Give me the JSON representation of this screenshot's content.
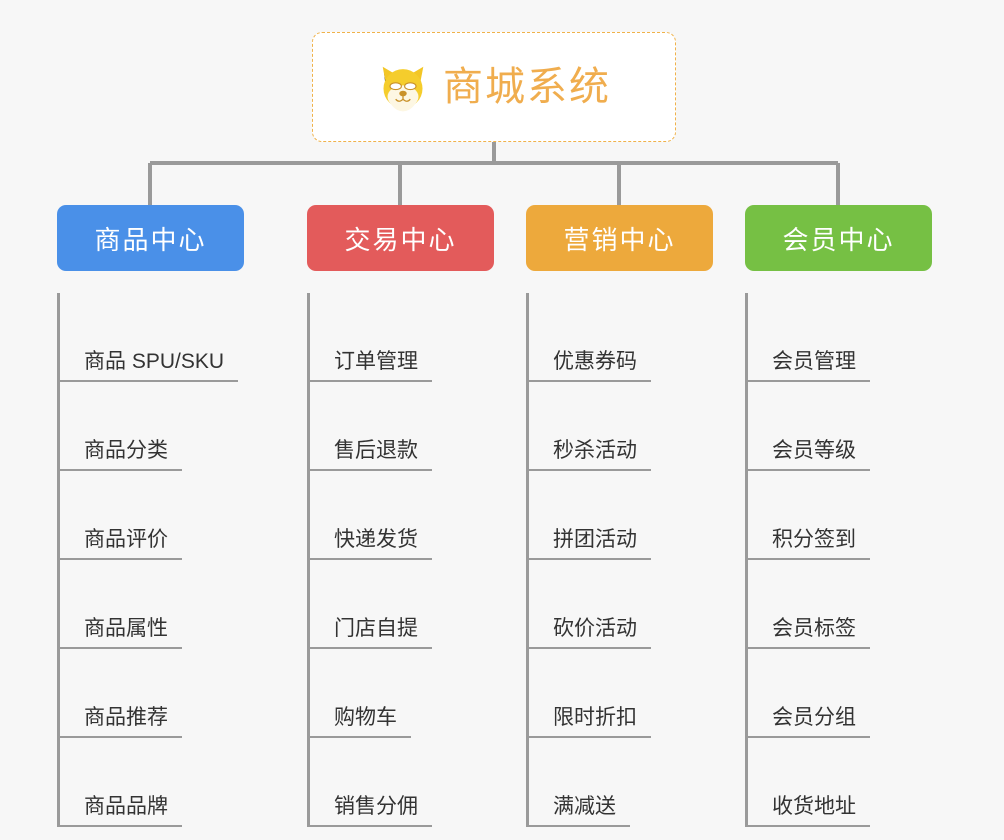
{
  "page": {
    "background_color": "#f7f7f7",
    "line_color": "#9a9a9a"
  },
  "root": {
    "title": "商城系统",
    "icon": "dog-face-icon",
    "text_color": "#f0ad4e",
    "border_color": "#f0b24a"
  },
  "branches": [
    {
      "title": "商品中心",
      "color": "#4a90e8",
      "items": [
        "商品 SPU/SKU",
        "商品分类",
        "商品评价",
        "商品属性",
        "商品推荐",
        "商品品牌"
      ]
    },
    {
      "title": "交易中心",
      "color": "#e35b5b",
      "items": [
        "订单管理",
        "售后退款",
        "快递发货",
        "门店自提",
        "购物车",
        "销售分佣"
      ]
    },
    {
      "title": "营销中心",
      "color": "#eda93c",
      "items": [
        "优惠券码",
        "秒杀活动",
        "拼团活动",
        "砍价活动",
        "限时折扣",
        "满减送"
      ]
    },
    {
      "title": "会员中心",
      "color": "#76c044",
      "items": [
        "会员管理",
        "会员等级",
        "积分签到",
        "会员标签",
        "会员分组",
        "收货地址"
      ]
    }
  ]
}
